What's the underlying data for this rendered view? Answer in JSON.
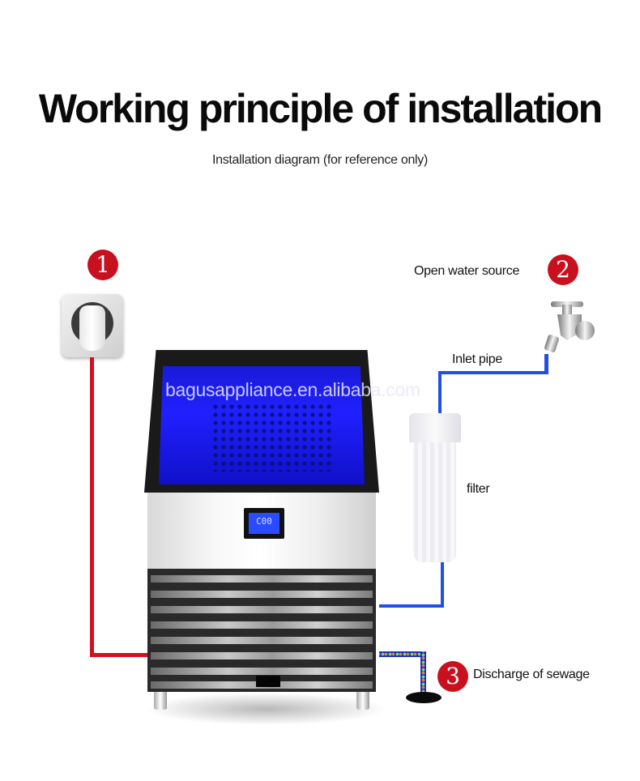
{
  "header": {
    "title": "Working principle of installation",
    "subtitle": "Installation diagram (for reference only)"
  },
  "steps": [
    {
      "number": "1",
      "label": "",
      "component": "power-socket"
    },
    {
      "number": "2",
      "label": "Open water source",
      "component": "water-tap"
    },
    {
      "number": "3",
      "label": "Discharge of sewage",
      "component": "floor-drain"
    }
  ],
  "labels": {
    "inlet_pipe": "Inlet pipe",
    "filter": "filter"
  },
  "machine": {
    "watermark": "bagusappliance.en.alibaba.com",
    "display_value": "C00"
  },
  "colors": {
    "badge": "#c8101e",
    "power_line": "#d4101e",
    "water_line": "#1f4fe6",
    "drain_line": "#1a2cc8",
    "machine_light": "#2020ff"
  }
}
